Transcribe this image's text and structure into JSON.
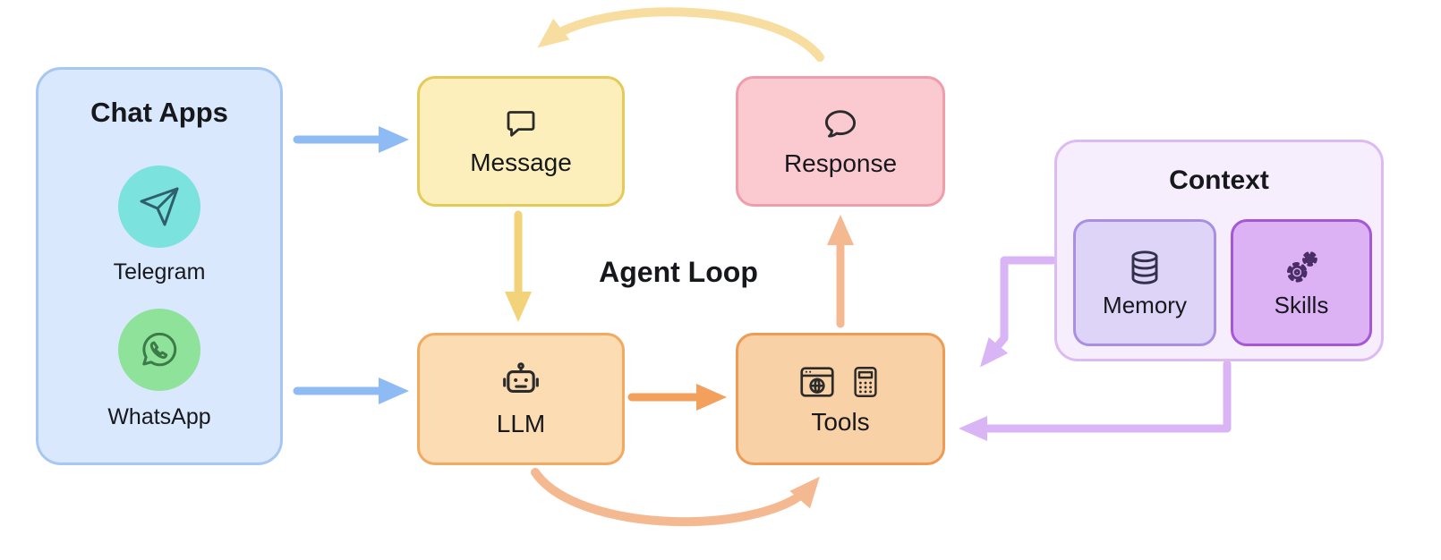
{
  "chat_apps": {
    "title": "Chat Apps",
    "apps": [
      {
        "label": "Telegram"
      },
      {
        "label": "WhatsApp"
      }
    ]
  },
  "loop": {
    "message_label": "Message",
    "response_label": "Response",
    "llm_label": "LLM",
    "tools_label": "Tools",
    "agent_loop_label": "Agent Loop"
  },
  "context": {
    "title": "Context",
    "memory_label": "Memory",
    "skills_label": "Skills"
  },
  "colors": {
    "chat_apps_fill": "#d9e8fc",
    "chat_apps_border": "#a6c7f3",
    "telegram_circle": "#7be2dd",
    "whatsapp_circle": "#8ee29a",
    "message_fill": "#fcefbb",
    "message_border": "#e5ca57",
    "response_fill": "#fbcad1",
    "response_border": "#ef9daa",
    "llm_fill": "#fcdcb2",
    "llm_border": "#f1aa60",
    "tools_fill": "#f9d1a6",
    "tools_border": "#ed9b55",
    "context_fill": "#f7eefd",
    "context_border": "#dcbbf3",
    "memory_fill": "#ded4f8",
    "memory_border": "#a98fe4",
    "skills_fill": "#dcb2f5",
    "skills_border": "#a657d8",
    "arrow_blue": "#8fbbf5",
    "arrow_yellow": "#f2d379",
    "arrow_pale_yellow": "#f7dd9f",
    "arrow_orange": "#f2a05c",
    "arrow_light_orange": "#f5b991",
    "arrow_purple": "#d9b5f6"
  }
}
